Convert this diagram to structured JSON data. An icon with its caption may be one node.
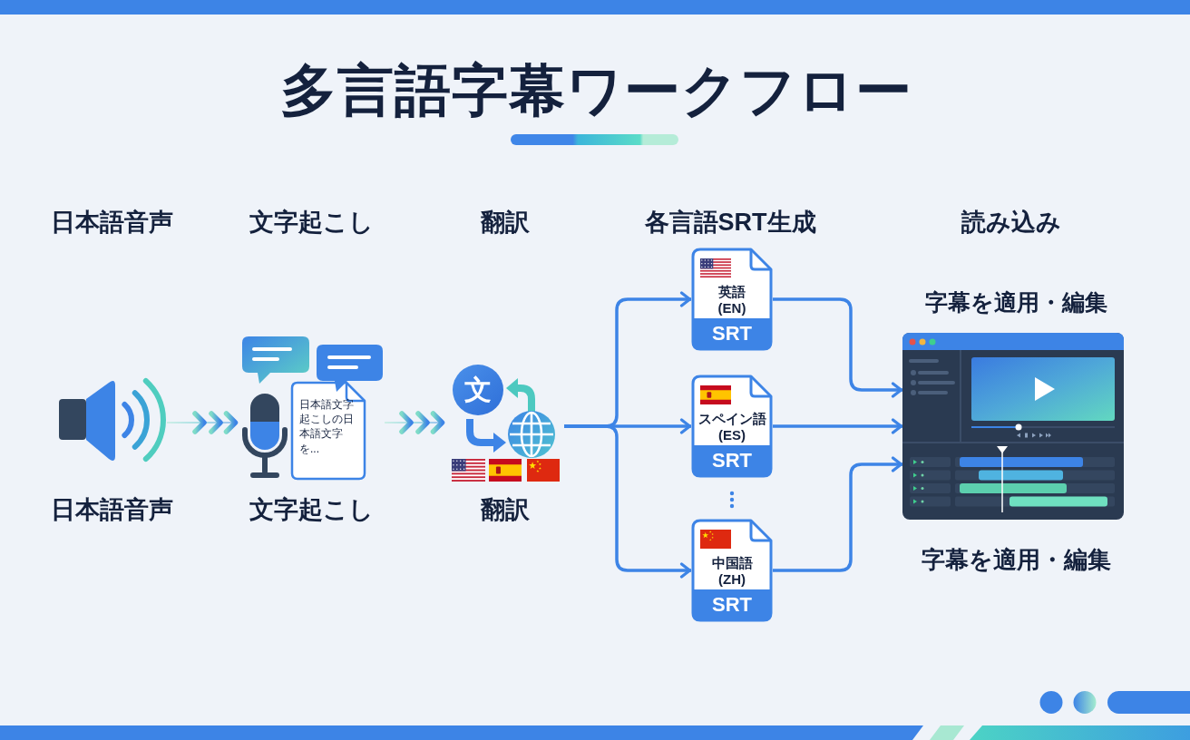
{
  "diagram": {
    "title": "多言語字幕ワークフロー",
    "nodes": [
      {
        "text": [],
        "shape": "picture",
        "beside": [
          "日本語音声"
        ]
      },
      {
        "text": [],
        "shape": "picture",
        "beside": [
          "文字起こし"
        ]
      },
      {
        "text": [
          "日本語文字起こしの日本語文字を..."
        ],
        "in": 1
      },
      {
        "text": [],
        "shape": "picture",
        "beside": [
          "翻訳"
        ]
      },
      {
        "text": [
          "英語 (EN)",
          "SRT"
        ]
      },
      {
        "text": [
          "スペイン語 (ES)",
          "SRT"
        ]
      },
      {
        "text": [
          "中国語 (ZH)",
          "SRT"
        ]
      },
      {
        "text": [],
        "shape": "picture",
        "beside": [
          "字幕を適用・編集"
        ]
      }
    ],
    "edges": [
      {
        "from": 0,
        "to": 1,
        "arrow": "to"
      },
      {
        "from": 1,
        "to": 3,
        "arrow": "to"
      },
      {
        "from": 3,
        "to": 4,
        "arrow": "to"
      },
      {
        "from": 3,
        "to": 5,
        "arrow": "to"
      },
      {
        "from": 3,
        "to": 6,
        "arrow": "to"
      },
      {
        "from": 4,
        "to": 7,
        "arrow": "to"
      },
      {
        "from": 5,
        "to": 7,
        "arrow": "to"
      },
      {
        "from": 6,
        "to": 7,
        "arrow": "to"
      }
    ],
    "labels": [
      "日本語音声",
      "文字起こし",
      "翻訳",
      "各言語SRT生成",
      "読み込み",
      "字幕を適用・編集",
      "文"
    ]
  }
}
